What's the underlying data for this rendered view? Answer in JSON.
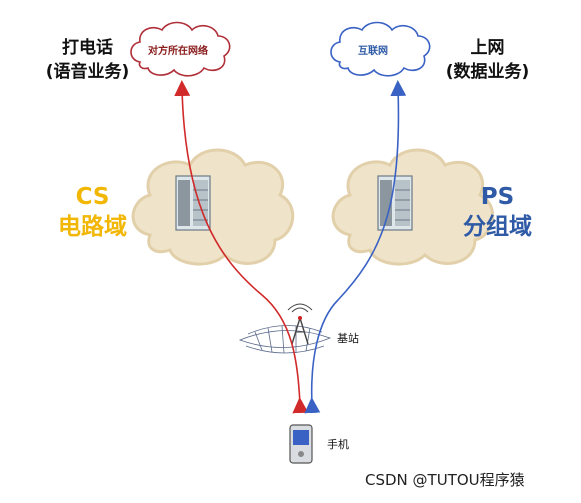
{
  "left_service": {
    "title": "打电话",
    "subtitle": "(语音业务)",
    "cloud_label": "对方所在网络",
    "domain_line1": "CS",
    "domain_line2": "电路域"
  },
  "right_service": {
    "title": "上网",
    "subtitle": "(数据业务)",
    "cloud_label": "互联网",
    "domain_line1": "PS",
    "domain_line2": "分组域"
  },
  "base_station_label": "基站",
  "phone_label": "手机",
  "watermark": "CSDN @TUTOU程序猿",
  "colors": {
    "cs_text": "#f2b705",
    "ps_text": "#2e5aa6",
    "cs_path": "#d12a2a",
    "ps_path": "#3a62c4",
    "beige_cloud": "#efe3c9",
    "red_cloud_stroke": "#b0303a",
    "blue_cloud_stroke": "#3a62c4"
  }
}
